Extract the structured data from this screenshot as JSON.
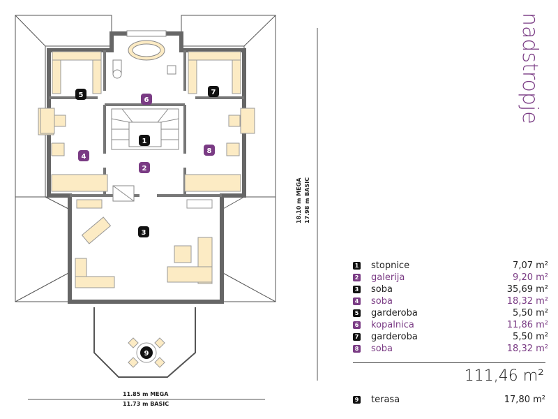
{
  "floor_title": "nadstropje",
  "rooms": [
    {
      "no": "1",
      "name": "stopnice",
      "area": "7,07 m²",
      "purple": false
    },
    {
      "no": "2",
      "name": "galerija",
      "area": "9,20 m²",
      "purple": true
    },
    {
      "no": "3",
      "name": "soba",
      "area": "35,69 m²",
      "purple": false
    },
    {
      "no": "4",
      "name": "soba",
      "area": "18,32 m²",
      "purple": true
    },
    {
      "no": "5",
      "name": "garderoba",
      "area": "5,50 m²",
      "purple": false
    },
    {
      "no": "6",
      "name": "kopalnica",
      "area": "11,86 m²",
      "purple": true
    },
    {
      "no": "7",
      "name": "garderoba",
      "area": "5,50 m²",
      "purple": false
    },
    {
      "no": "8",
      "name": "soba",
      "area": "18,32 m²",
      "purple": true
    }
  ],
  "total_area": "111,46 m²",
  "terrace": {
    "no": "9",
    "name": "terasa",
    "area": "17,80 m²"
  },
  "dimensions": {
    "width_mega": "11.85 m MEGA",
    "width_basic": "11.73 m BASIC",
    "depth_mega": "18.10 m MEGA",
    "depth_basic": "17.98 m BASIC"
  },
  "colors": {
    "accent": "#7a3b84",
    "badge": "#111111",
    "furniture": "#fcebc4",
    "wall": "#555555"
  }
}
